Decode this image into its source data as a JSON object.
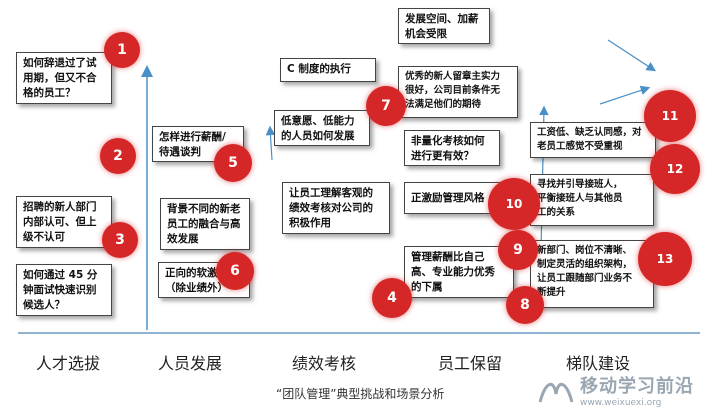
{
  "diagram": {
    "categories": [
      "人才选拔",
      "人员发展",
      "绩效考核",
      "员工保留",
      "梯队建设"
    ],
    "boxes": [
      {
        "id": "b1",
        "text": "如何辞退过了试\n用期，但又不合\n格的员工？"
      },
      {
        "id": "b2",
        "text": "招聘的新人部门\n内部认可、但上\n级不认可"
      },
      {
        "id": "b3",
        "text": "如何通过 45 分\n钟面试快速识别\n候选人？"
      },
      {
        "id": "b4",
        "text": "怎样进行薪酬/\n待遇谈判"
      },
      {
        "id": "b5",
        "text": "背景不同的新老\n员工的融合与高\n效发展"
      },
      {
        "id": "b6",
        "text": "正向的软激励\n（除业绩外）"
      },
      {
        "id": "b7",
        "text": "C 制度的执行"
      },
      {
        "id": "b8",
        "text": "低意愿、低能力\n的人员如何发展"
      },
      {
        "id": "b9",
        "text": "让员工理解客观的\n绩效考核对公司的\n积极作用"
      },
      {
        "id": "b10",
        "text": "发展空间、加薪\n机会受限"
      },
      {
        "id": "b11",
        "text": "优秀的新人留章主实力\n很好，公司目前条件无\n法满足他们的期待"
      },
      {
        "id": "b12",
        "text": "非量化考核如何\n进行更有效？"
      },
      {
        "id": "b13",
        "text": "正激励管理风格"
      },
      {
        "id": "b14",
        "text": "管理薪酬比自己\n高、专业能力优秀\n的下属"
      },
      {
        "id": "b15",
        "text": "工资低、缺乏认同感，对\n老员工感觉不受重视"
      },
      {
        "id": "b16",
        "text": "寻找并引导接班人，\n平衡接班人与其他员\n工的关系"
      },
      {
        "id": "b17",
        "text": "新部门、岗位不清晰、\n制定灵活的组织架构，\n让员工跟随部门业务不\n断提升"
      }
    ],
    "markers": [
      "1",
      "2",
      "3",
      "4",
      "5",
      "6",
      "7",
      "8",
      "9",
      "10",
      "11",
      "12",
      "13"
    ],
    "caption": "“团队管理”典型挑战和场景分析",
    "watermark": {
      "line1": "移动学习前沿",
      "line2": "www.weixuexi.org"
    },
    "colors": {
      "marker": "#d62728",
      "arrow": "#4a90c8",
      "axis": "#6b9ac4"
    }
  }
}
